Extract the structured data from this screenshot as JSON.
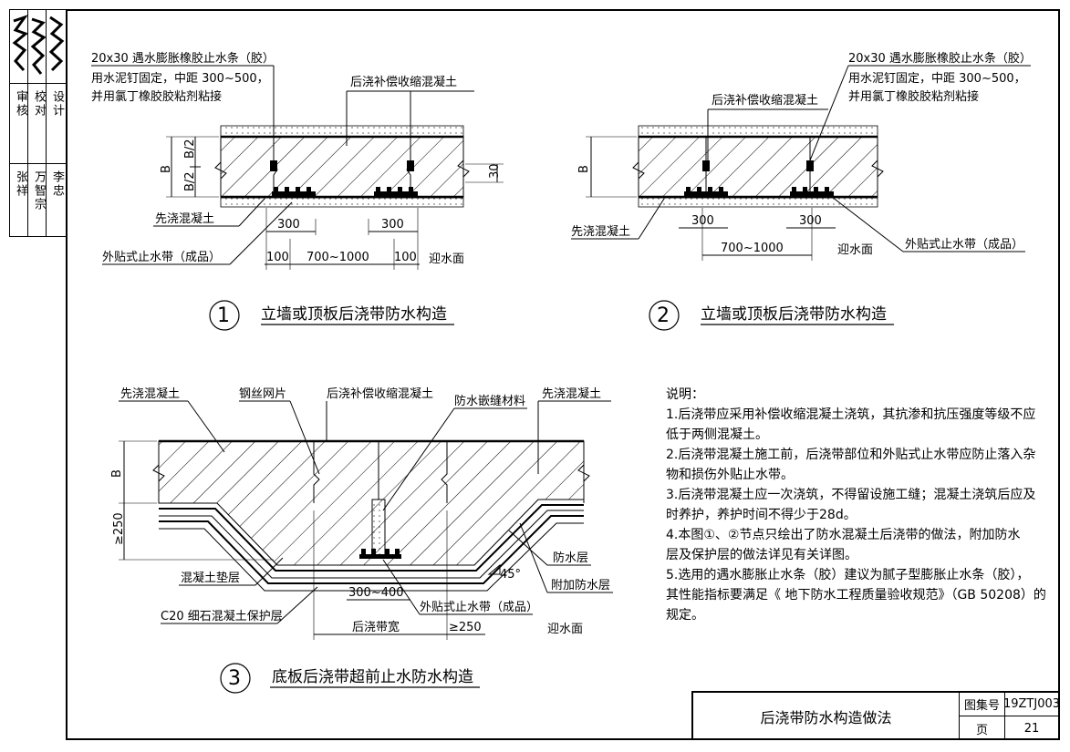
{
  "left_strip": {
    "roles": [
      "审核",
      "校对",
      "设计"
    ],
    "names": [
      "张祥",
      "万智宗",
      "李忠"
    ]
  },
  "diagram1": {
    "callout_strip": "20x30 遇水膨胀橡胶止水条（胶）",
    "callout_fix": "用水泥钉固定，中距 300~500，",
    "callout_glue": "并用氯丁橡胶胶粘剂粘接",
    "label_post": "后浇补偿收缩混凝土",
    "label_pre": "先浇混凝土",
    "label_external": "外贴式止水带（成品）",
    "dim_b": "B",
    "dim_b2a": "B/2",
    "dim_b2b": "B/2",
    "dim_30": "30",
    "dim_300a": "300",
    "dim_300b": "300",
    "dim_100a": "100",
    "dim_100b": "100",
    "dim_mid": "700~1000",
    "label_water": "迎水面",
    "num": "1",
    "caption": "立墙或顶板后浇带防水构造"
  },
  "diagram2": {
    "callout_strip": "20x30 遇水膨胀橡胶止水条（胶）",
    "callout_fix": "用水泥钉固定，中距 300~500，",
    "callout_glue": "并用氯丁橡胶胶粘剂粘接",
    "label_post": "后浇补偿收缩混凝土",
    "label_pre": "先浇混凝土",
    "label_external": "外贴式止水带（成品）",
    "dim_b": "B",
    "dim_300a": "300",
    "dim_300b": "300",
    "dim_mid": "700~1000",
    "label_water": "迎水面",
    "num": "2",
    "caption": "立墙或顶板后浇带防水构造"
  },
  "diagram3": {
    "label_pre_left": "先浇混凝土",
    "label_mesh": "钢丝网片",
    "label_post": "后浇补偿收缩混凝土",
    "label_seal": "防水嵌缝材料",
    "label_pre_right": "先浇混凝土",
    "label_waterproof": "防水层",
    "label_extra": "附加防水层",
    "label_cushion": "混凝土垫层",
    "label_c20": "C20  细石混凝土保护层",
    "label_external": "外贴式止水带（成品）",
    "label_water": "迎水面",
    "dim_b": "B",
    "dim_250v": "≥250",
    "dim_45": "45°",
    "dim_300": "300~400",
    "dim_width": "后浇带宽",
    "dim_250h": "≥250",
    "num": "3",
    "caption": "底板后浇带超前止水防水构造"
  },
  "notes": {
    "heading": "说明：",
    "lines": [
      "1.后浇带应采用补偿收缩混凝土浇筑，其抗渗和抗压强度等级不应",
      "低于两侧混凝土。",
      "2.后浇带混凝土施工前，后浇带部位和外贴式止水带应防止落入杂",
      "物和损伤外贴止水带。",
      "3.后浇带混凝土应一次浇筑，不得留设施工缝；混凝土浇筑后应及",
      "时养护，养护时间不得少于28d。",
      "4.本图①、②节点只绘出了防水混凝土后浇带的做法，附加防水",
      "层及保护层的做法详见有关详图。",
      "5.选用的遇水膨胀止水条（胶）建议为腻子型膨胀止水条（胶），",
      "其性能指标要满足《 地下防水工程质量验收规范》（GB 50208）的",
      "规定。"
    ]
  },
  "title_block": {
    "title": "后浇带防水构造做法",
    "atlas_label": "图集号",
    "atlas_no": "19ZTJ003",
    "page_label": "页",
    "page_no": "21"
  }
}
